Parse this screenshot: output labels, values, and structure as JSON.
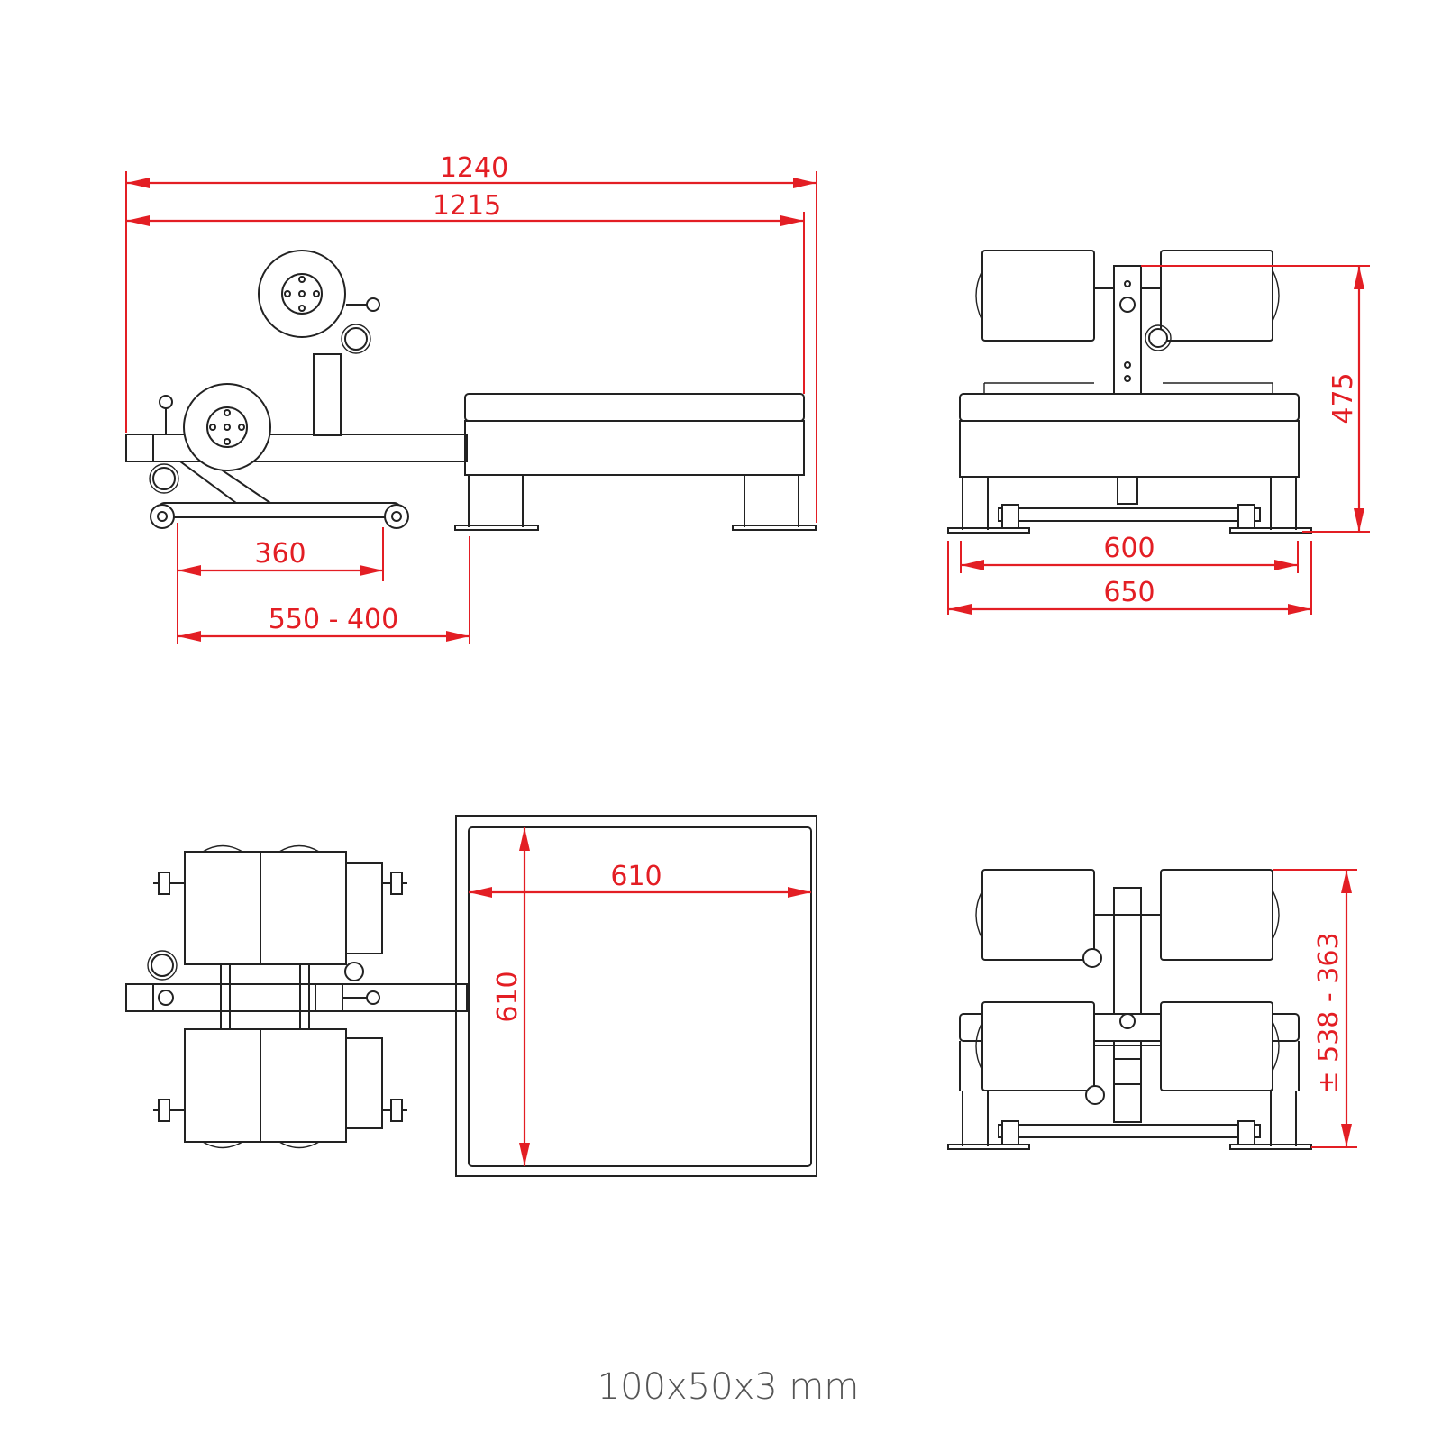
{
  "drawing": {
    "side_view": {
      "overall_length_label": "1240",
      "inner_length_label": "1215",
      "foot_width_label": "360",
      "adjust_range_label": "550 - 400"
    },
    "front_view": {
      "height_label": "475",
      "inner_width_label": "600",
      "outer_width_label": "650"
    },
    "top_view": {
      "pad_width_label": "610",
      "pad_length_label": "610"
    },
    "rear_view": {
      "height_range_label": "± 538 - 363"
    },
    "footer": {
      "tube_spec": "100x50x3 mm"
    }
  },
  "colors": {
    "dimension": "#e31e24",
    "outline": "#222222",
    "footer_text": "#555555"
  }
}
